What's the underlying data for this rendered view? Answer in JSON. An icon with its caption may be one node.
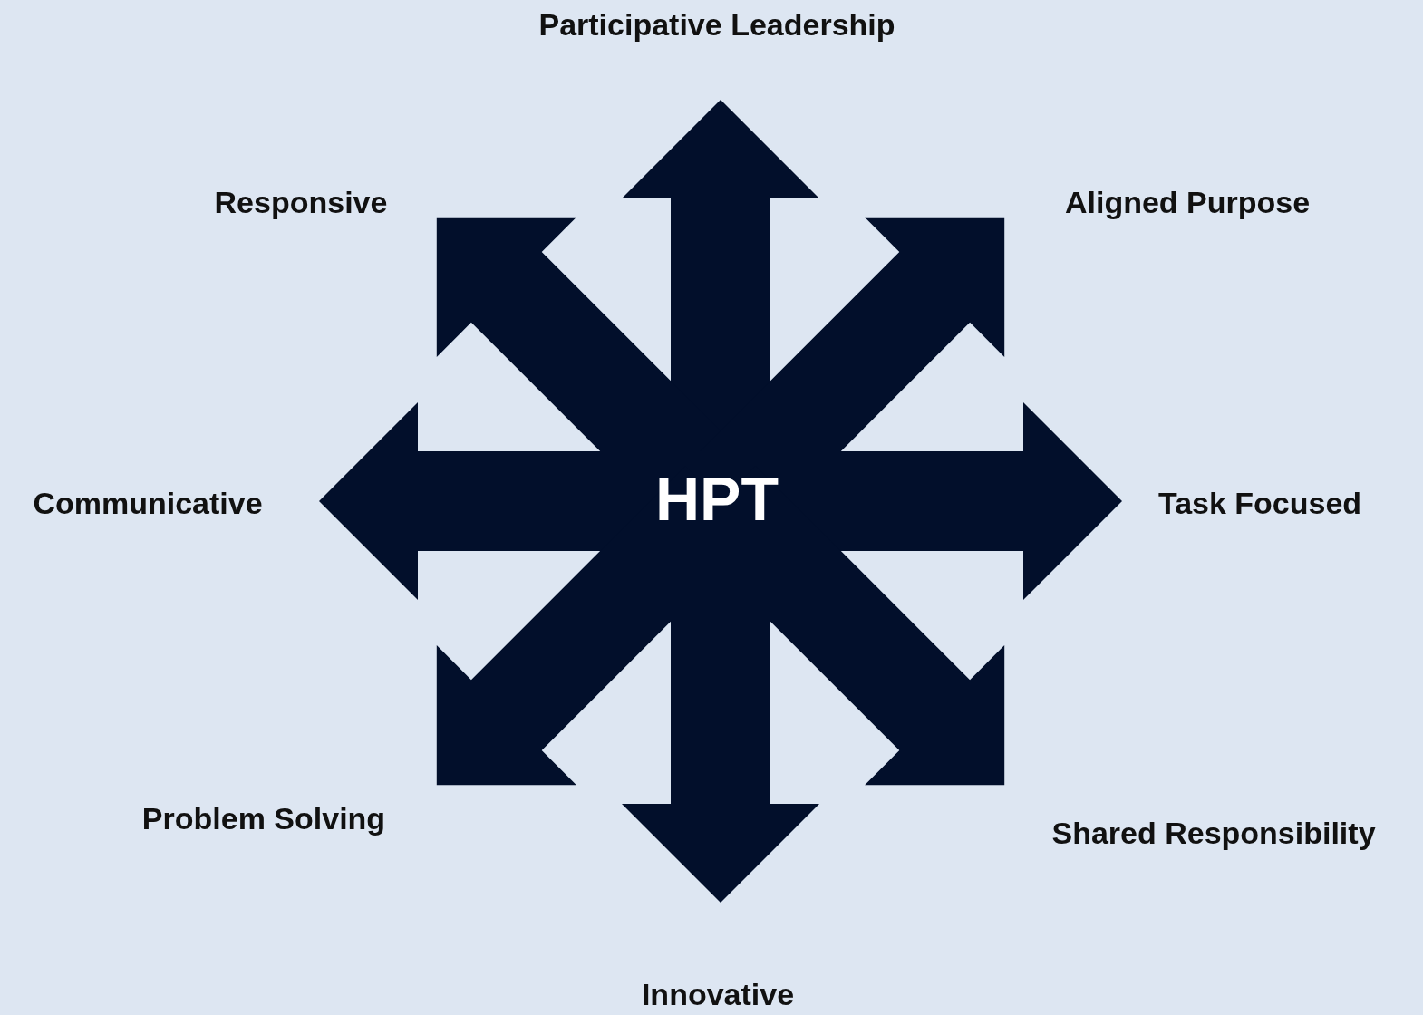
{
  "diagram": {
    "nodes": [
      {
        "text": [
          "HPT"
        ]
      },
      {
        "text": [
          "Participative Leadership"
        ]
      },
      {
        "text": [
          "Responsive"
        ]
      },
      {
        "text": [
          "Aligned Purpose"
        ]
      },
      {
        "text": [
          "Communicative"
        ]
      },
      {
        "text": [
          "Task Focused"
        ]
      },
      {
        "text": [
          "Problem Solving"
        ]
      },
      {
        "text": [
          "Shared Responsibility"
        ]
      },
      {
        "text": [
          "Innovative"
        ]
      }
    ],
    "edges": [
      {
        "from": 0,
        "to": 1,
        "arrow": "to"
      },
      {
        "from": 0,
        "to": 2,
        "arrow": "to"
      },
      {
        "from": 0,
        "to": 3,
        "arrow": "to"
      },
      {
        "from": 0,
        "to": 4,
        "arrow": "to"
      },
      {
        "from": 0,
        "to": 5,
        "arrow": "to"
      },
      {
        "from": 0,
        "to": 6,
        "arrow": "to"
      },
      {
        "from": 0,
        "to": 7,
        "arrow": "to"
      },
      {
        "from": 0,
        "to": 8,
        "arrow": "to"
      }
    ]
  }
}
